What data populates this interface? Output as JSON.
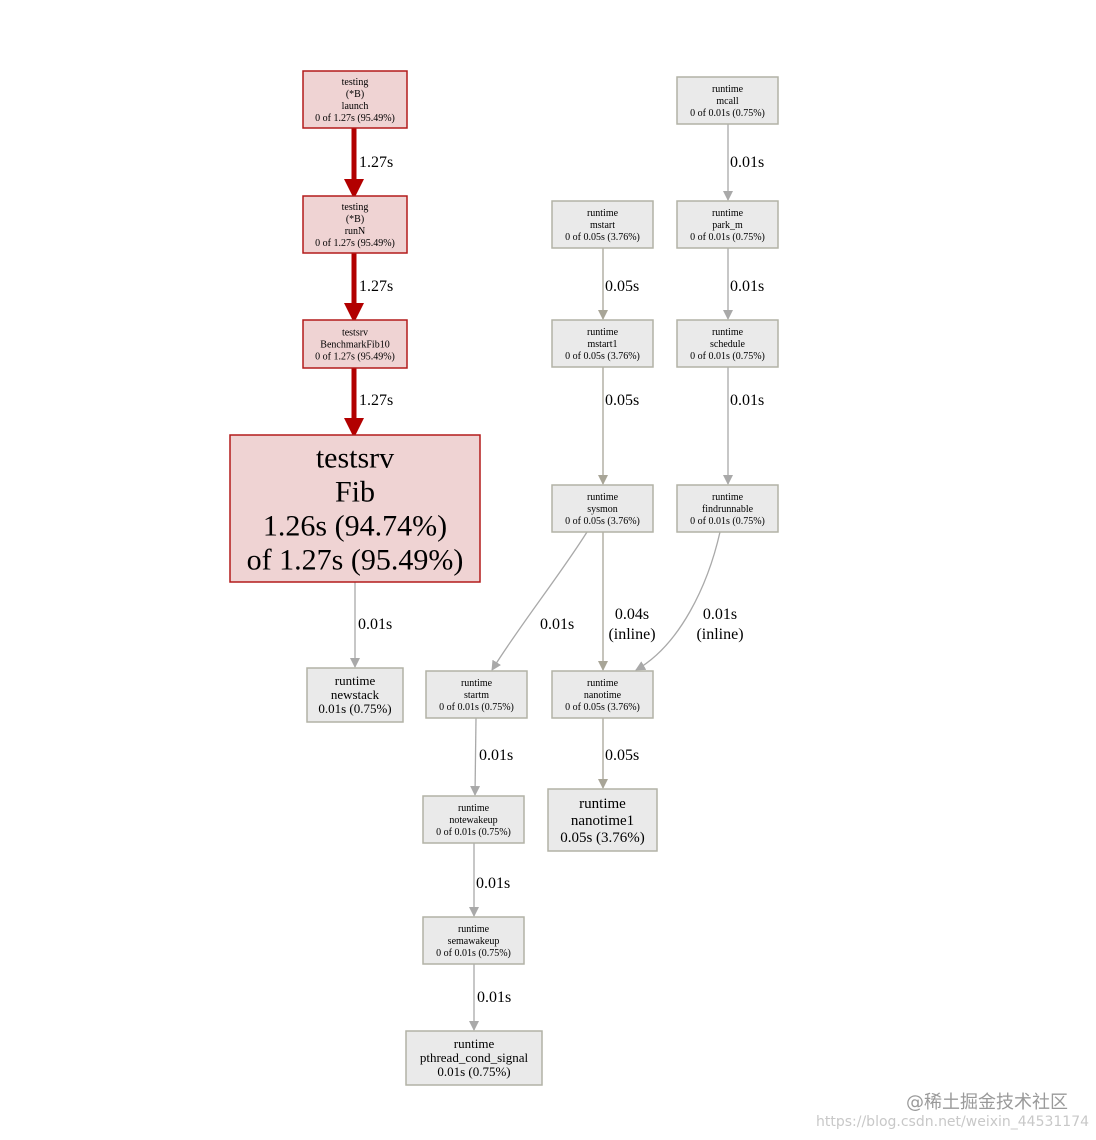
{
  "colors": {
    "hot_fill": "#efd3d3",
    "hot_stroke": "#b31b1b",
    "cold_fill": "#eaeaea",
    "cold_stroke": "#b2b2a6",
    "hot_edge": "#b20000",
    "cold_edge": "#a9a9a9",
    "sysmon_edge": "#a8a597"
  },
  "nodes": {
    "launch": {
      "lines": [
        "testing",
        "(*B)",
        "launch",
        "0 of 1.27s (95.49%)"
      ],
      "kind": "hot"
    },
    "runN": {
      "lines": [
        "testing",
        "(*B)",
        "runN",
        "0 of 1.27s (95.49%)"
      ],
      "kind": "hot"
    },
    "bench": {
      "lines": [
        "testsrv",
        "BenchmarkFib10",
        "0 of 1.27s (95.49%)"
      ],
      "kind": "hot"
    },
    "fib": {
      "lines": [
        "testsrv",
        "Fib",
        "1.26s (94.74%)",
        "of 1.27s (95.49%)"
      ],
      "kind": "hot"
    },
    "newstack": {
      "lines": [
        "runtime",
        "newstack",
        "0.01s (0.75%)"
      ],
      "kind": "cold"
    },
    "mcall": {
      "lines": [
        "runtime",
        "mcall",
        "0 of 0.01s (0.75%)"
      ],
      "kind": "cold"
    },
    "park_m": {
      "lines": [
        "runtime",
        "park_m",
        "0 of 0.01s (0.75%)"
      ],
      "kind": "cold"
    },
    "schedule": {
      "lines": [
        "runtime",
        "schedule",
        "0 of 0.01s (0.75%)"
      ],
      "kind": "cold"
    },
    "findrunnable": {
      "lines": [
        "runtime",
        "findrunnable",
        "0 of 0.01s (0.75%)"
      ],
      "kind": "cold"
    },
    "mstart": {
      "lines": [
        "runtime",
        "mstart",
        "0 of 0.05s (3.76%)"
      ],
      "kind": "cold"
    },
    "mstart1": {
      "lines": [
        "runtime",
        "mstart1",
        "0 of 0.05s (3.76%)"
      ],
      "kind": "cold"
    },
    "sysmon": {
      "lines": [
        "runtime",
        "sysmon",
        "0 of 0.05s (3.76%)"
      ],
      "kind": "cold"
    },
    "startm": {
      "lines": [
        "runtime",
        "startm",
        "0 of 0.01s (0.75%)"
      ],
      "kind": "cold"
    },
    "nanotime": {
      "lines": [
        "runtime",
        "nanotime",
        "0 of 0.05s (3.76%)"
      ],
      "kind": "cold"
    },
    "nanotime1": {
      "lines": [
        "runtime",
        "nanotime1",
        "0.05s (3.76%)"
      ],
      "kind": "cold"
    },
    "notewakeup": {
      "lines": [
        "runtime",
        "notewakeup",
        "0 of 0.01s (0.75%)"
      ],
      "kind": "cold"
    },
    "semawakeup": {
      "lines": [
        "runtime",
        "semawakeup",
        "0 of 0.01s (0.75%)"
      ],
      "kind": "cold"
    },
    "pthread": {
      "lines": [
        "runtime",
        "pthread_cond_signal",
        "0.01s (0.75%)"
      ],
      "kind": "cold"
    }
  },
  "edges": [
    {
      "id": "launch-runN",
      "from": "launch",
      "to": "runN",
      "label": [
        "1.27s"
      ],
      "kind": "hot"
    },
    {
      "id": "runN-bench",
      "from": "runN",
      "to": "bench",
      "label": [
        "1.27s"
      ],
      "kind": "hot"
    },
    {
      "id": "bench-fib",
      "from": "bench",
      "to": "fib",
      "label": [
        "1.27s"
      ],
      "kind": "hot"
    },
    {
      "id": "fib-newstack",
      "from": "fib",
      "to": "newstack",
      "label": [
        "0.01s"
      ],
      "kind": "cold"
    },
    {
      "id": "mcall-park_m",
      "from": "mcall",
      "to": "park_m",
      "label": [
        "0.01s"
      ],
      "kind": "cold"
    },
    {
      "id": "park_m-schedule",
      "from": "park_m",
      "to": "schedule",
      "label": [
        "0.01s"
      ],
      "kind": "cold"
    },
    {
      "id": "schedule-findrunnable",
      "from": "schedule",
      "to": "findrunnable",
      "label": [
        "0.01s"
      ],
      "kind": "cold"
    },
    {
      "id": "mstart-mstart1",
      "from": "mstart",
      "to": "mstart1",
      "label": [
        "0.05s"
      ],
      "kind": "sysmon"
    },
    {
      "id": "mstart1-sysmon",
      "from": "mstart1",
      "to": "sysmon",
      "label": [
        "0.05s"
      ],
      "kind": "sysmon"
    },
    {
      "id": "sysmon-startm",
      "from": "sysmon",
      "to": "startm",
      "label": [
        "0.01s"
      ],
      "kind": "cold"
    },
    {
      "id": "sysmon-nanotime",
      "from": "sysmon",
      "to": "nanotime",
      "label": [
        "0.04s",
        "(inline)"
      ],
      "kind": "sysmon"
    },
    {
      "id": "findrunnable-nanotime",
      "from": "findrunnable",
      "to": "nanotime",
      "label": [
        "0.01s",
        "(inline)"
      ],
      "kind": "cold"
    },
    {
      "id": "nanotime-nanotime1",
      "from": "nanotime",
      "to": "nanotime1",
      "label": [
        "0.05s"
      ],
      "kind": "sysmon"
    },
    {
      "id": "startm-notewakeup",
      "from": "startm",
      "to": "notewakeup",
      "label": [
        "0.01s"
      ],
      "kind": "cold"
    },
    {
      "id": "notewakeup-semawakeup",
      "from": "notewakeup",
      "to": "semawakeup",
      "label": [
        "0.01s"
      ],
      "kind": "cold"
    },
    {
      "id": "semawakeup-pthread",
      "from": "semawakeup",
      "to": "pthread",
      "label": [
        "0.01s"
      ],
      "kind": "cold"
    }
  ],
  "watermark": {
    "main": "@稀土掘金技术社区",
    "url": "https://blog.csdn.net/weixin_44531174"
  }
}
